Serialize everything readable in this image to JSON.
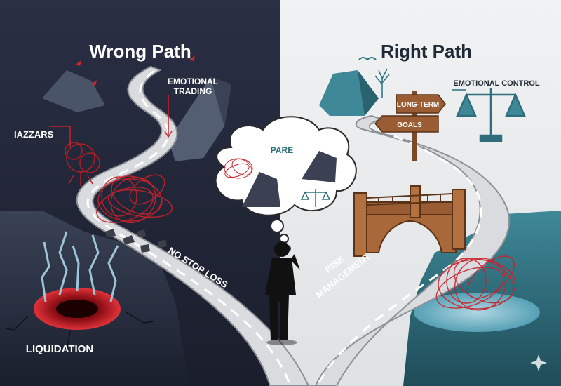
{
  "left": {
    "title": "Wrong Path",
    "labels": {
      "emotional_line1": "EMOTIONAL",
      "emotional_line2": "TRADING",
      "hazards": "IAZZARS",
      "no_stop_loss": "NO STOP LOSS",
      "liquidation": "LIQUIDATION"
    }
  },
  "right": {
    "title": "Right Path",
    "labels": {
      "emotional_control": "EMOTIONAL CONTROL",
      "sign_top": "LONG-TERM",
      "sign_bottom": "GOALS",
      "risk_line1": "RISK",
      "risk_line2": "MANAGEMENT"
    }
  },
  "thought_bubble": {
    "label": "PARE"
  },
  "colors": {
    "left_bg": "#222739",
    "right_bg": "#e9ebec",
    "road": "#d9dbde",
    "chaos_red": "#c8222a",
    "teal": "#2e6e7c",
    "bridge": "#a8683a"
  }
}
